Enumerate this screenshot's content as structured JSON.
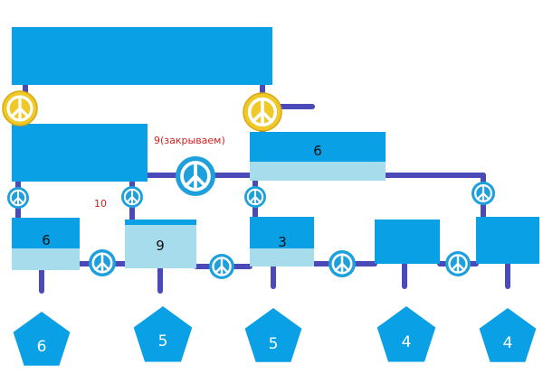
{
  "colors": {
    "tank": "#0aa0e6",
    "water": "#a6dceb",
    "pipe": "#4a4ab8",
    "valve_blue": "#1ea0dc",
    "valve_yellow": "#f0c828",
    "valve_yellow_stroke": "#d7a814",
    "note_red": "#d62020"
  },
  "icons": {
    "valve": "peace-sign-valve-icon",
    "outlet": "pentagon-icon"
  },
  "tanks": {
    "top": {
      "label": ""
    },
    "mid_left": {
      "label": ""
    },
    "mid_right": {
      "label": "6",
      "water": "partial"
    },
    "bottom_1": {
      "label": "6",
      "water": "partial"
    },
    "bottom_2": {
      "label": "9",
      "water": "mostly"
    },
    "bottom_3": {
      "label": "3",
      "water": "partial"
    },
    "bottom_4": {
      "label": ""
    },
    "bottom_5": {
      "label": ""
    }
  },
  "annotations": {
    "closed_valve": "9(закрываем)",
    "ten": "10"
  },
  "outlets": [
    "6",
    "5",
    "5",
    "4",
    "4"
  ]
}
